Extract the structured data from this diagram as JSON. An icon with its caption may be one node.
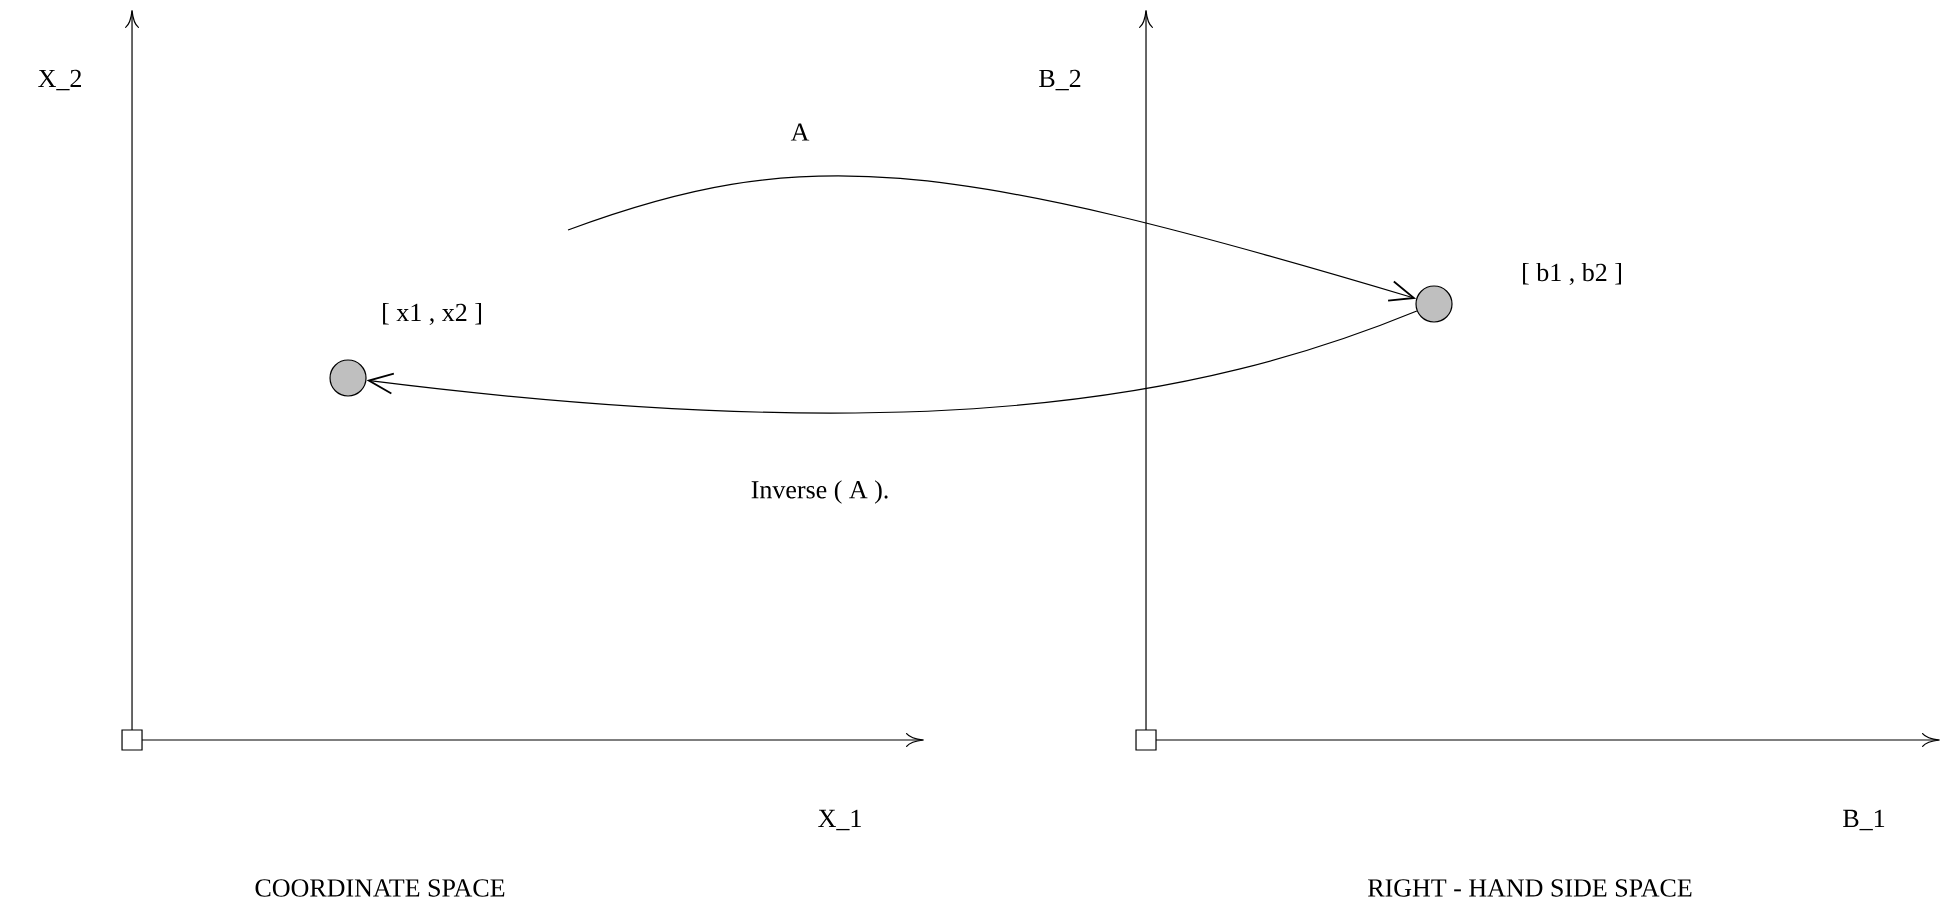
{
  "diagram": {
    "nodes": [
      {
        "text": [],
        "shape": "circle",
        "beside": [
          "[ x1 , x2 ]"
        ]
      },
      {
        "text": [],
        "shape": "circle",
        "beside": [
          "[ b1 , b2 ]"
        ]
      }
    ],
    "edges": [
      {
        "from": null,
        "to": 1,
        "arrow": "to",
        "label": "A"
      },
      {
        "from": 1,
        "to": 0,
        "arrow": "to",
        "label": "Inverse ( A )."
      }
    ],
    "labels": [
      "X_2",
      "B_2",
      "X_1",
      "B_1",
      "COORDINATE  SPACE",
      "RIGHT  -  HAND  SIDE  SPACE"
    ]
  }
}
